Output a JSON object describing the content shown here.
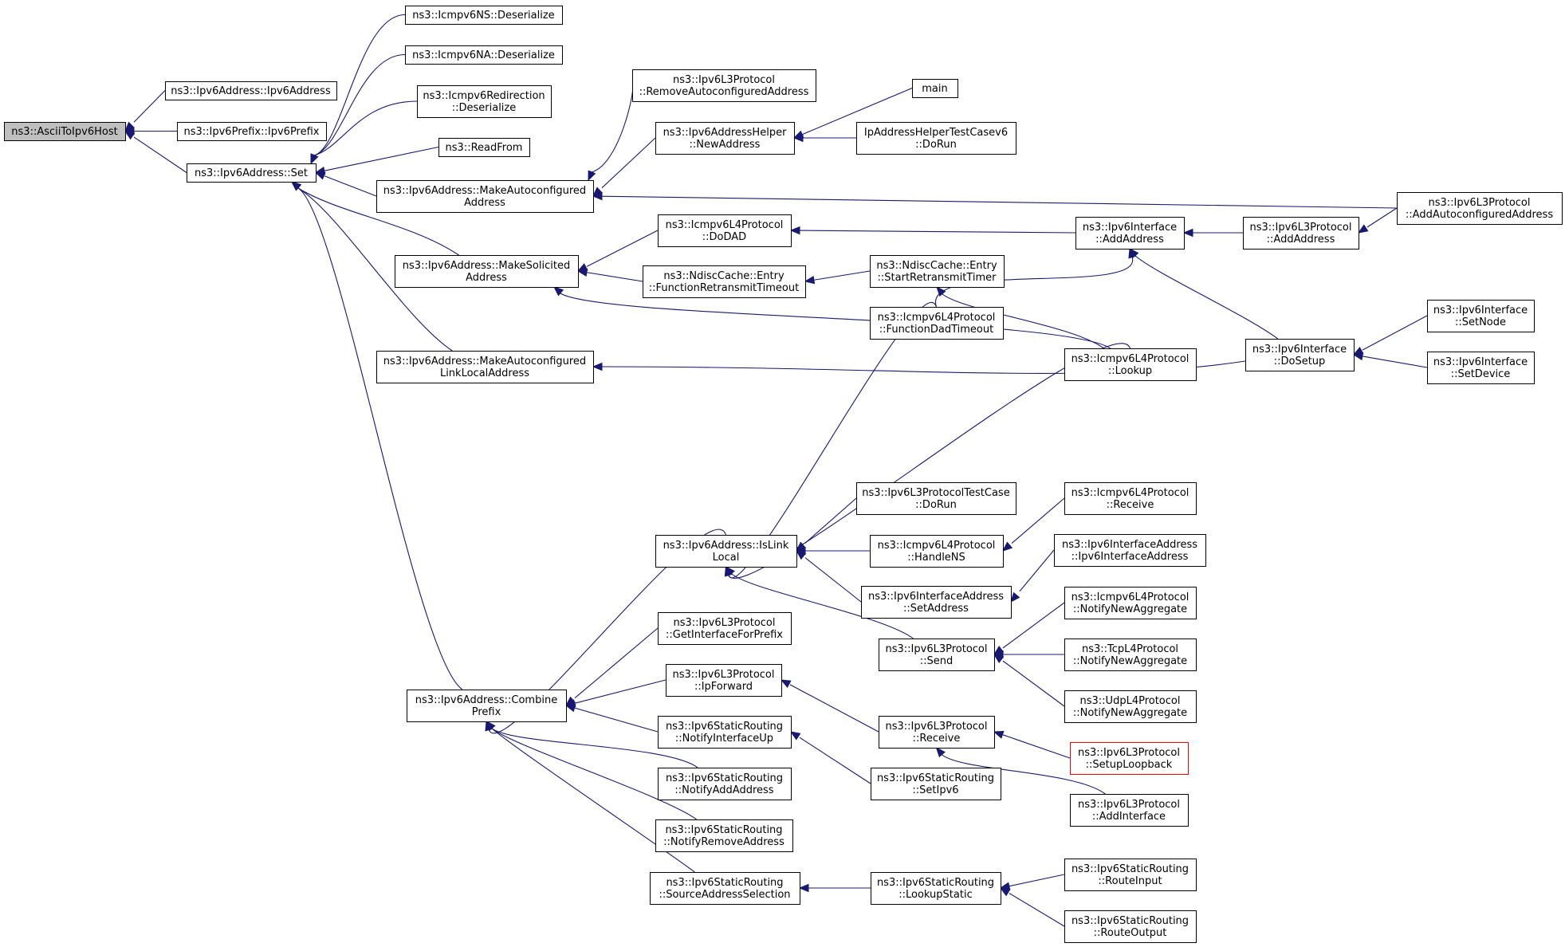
{
  "graph": {
    "edge_color": "#191970",
    "root_fill": "#bfbfbf",
    "truncated_border": "#ff0000",
    "nodes": [
      {
        "id": "n0",
        "lines": [
          "ns3::AsciiToIpv6Host"
        ],
        "root": true
      },
      {
        "id": "n1",
        "lines": [
          "ns3::Ipv6Address::Ipv6Address"
        ]
      },
      {
        "id": "n2",
        "lines": [
          "ns3::Ipv6Prefix::Ipv6Prefix"
        ]
      },
      {
        "id": "n3",
        "lines": [
          "ns3::Ipv6Address::Set"
        ]
      },
      {
        "id": "n4",
        "lines": [
          "ns3::Icmpv6NS::Deserialize"
        ]
      },
      {
        "id": "n5",
        "lines": [
          "ns3::Icmpv6NA::Deserialize"
        ]
      },
      {
        "id": "n6",
        "lines": [
          "ns3::Icmpv6Redirection",
          "::Deserialize"
        ]
      },
      {
        "id": "n7",
        "lines": [
          "ns3::ReadFrom"
        ]
      },
      {
        "id": "n8",
        "lines": [
          "ns3::Ipv6Address::MakeAutoconfigured",
          "Address"
        ]
      },
      {
        "id": "n9",
        "lines": [
          "ns3::Ipv6Address::MakeSolicited",
          "Address"
        ]
      },
      {
        "id": "n10",
        "lines": [
          "ns3::Ipv6Address::MakeAutoconfigured",
          "LinkLocalAddress"
        ]
      },
      {
        "id": "n11",
        "lines": [
          "ns3::Ipv6Address::Combine",
          "Prefix"
        ]
      },
      {
        "id": "n12",
        "lines": [
          "ns3::Ipv6L3Protocol",
          "::RemoveAutoconfiguredAddress"
        ]
      },
      {
        "id": "n13",
        "lines": [
          "ns3::Ipv6AddressHelper",
          "::NewAddress"
        ]
      },
      {
        "id": "n14",
        "lines": [
          "main"
        ]
      },
      {
        "id": "n15",
        "lines": [
          "IpAddressHelperTestCasev6",
          "::DoRun"
        ]
      },
      {
        "id": "n16",
        "lines": [
          "ns3::Ipv6L3Protocol",
          "::AddAutoconfiguredAddress"
        ]
      },
      {
        "id": "n17",
        "lines": [
          "ns3::Icmpv6L4Protocol",
          "::DoDAD"
        ]
      },
      {
        "id": "n18",
        "lines": [
          "ns3::NdiscCache::Entry",
          "::FunctionRetransmitTimeout"
        ]
      },
      {
        "id": "n19",
        "lines": [
          "ns3::NdiscCache::Entry",
          "::StartRetransmitTimer"
        ]
      },
      {
        "id": "n20",
        "lines": [
          "ns3::Icmpv6L4Protocol",
          "::FunctionDadTimeout"
        ]
      },
      {
        "id": "n21",
        "lines": [
          "ns3::Ipv6Interface",
          "::AddAddress"
        ]
      },
      {
        "id": "n22",
        "lines": [
          "ns3::Ipv6L3Protocol",
          "::AddAddress"
        ]
      },
      {
        "id": "n23",
        "lines": [
          "ns3::Icmpv6L4Protocol",
          "::Lookup"
        ]
      },
      {
        "id": "n24",
        "lines": [
          "ns3::Ipv6Interface",
          "::DoSetup"
        ]
      },
      {
        "id": "n25",
        "lines": [
          "ns3::Ipv6Interface",
          "::SetNode"
        ]
      },
      {
        "id": "n26",
        "lines": [
          "ns3::Ipv6Interface",
          "::SetDevice"
        ]
      },
      {
        "id": "n27",
        "lines": [
          "ns3::Ipv6Address::IsLink",
          "Local"
        ]
      },
      {
        "id": "n28",
        "lines": [
          "ns3::Ipv6L3ProtocolTestCase",
          "::DoRun"
        ]
      },
      {
        "id": "n29",
        "lines": [
          "ns3::Icmpv6L4Protocol",
          "::HandleNS"
        ]
      },
      {
        "id": "n30",
        "lines": [
          "ns3::Ipv6InterfaceAddress",
          "::SetAddress"
        ]
      },
      {
        "id": "n31",
        "lines": [
          "ns3::Ipv6L3Protocol",
          "::Send"
        ]
      },
      {
        "id": "n32",
        "lines": [
          "ns3::Icmpv6L4Protocol",
          "::Receive"
        ]
      },
      {
        "id": "n33",
        "lines": [
          "ns3::Ipv6InterfaceAddress",
          "::Ipv6InterfaceAddress"
        ]
      },
      {
        "id": "n34",
        "lines": [
          "ns3::Icmpv6L4Protocol",
          "::NotifyNewAggregate"
        ]
      },
      {
        "id": "n35",
        "lines": [
          "ns3::TcpL4Protocol",
          "::NotifyNewAggregate"
        ]
      },
      {
        "id": "n36",
        "lines": [
          "ns3::UdpL4Protocol",
          "::NotifyNewAggregate"
        ]
      },
      {
        "id": "n37",
        "lines": [
          "ns3::Ipv6L3Protocol",
          "::GetInterfaceForPrefix"
        ]
      },
      {
        "id": "n38",
        "lines": [
          "ns3::Ipv6L3Protocol",
          "::IpForward"
        ]
      },
      {
        "id": "n39",
        "lines": [
          "ns3::Ipv6StaticRouting",
          "::NotifyInterfaceUp"
        ]
      },
      {
        "id": "n40",
        "lines": [
          "ns3::Ipv6StaticRouting",
          "::NotifyAddAddress"
        ]
      },
      {
        "id": "n41",
        "lines": [
          "ns3::Ipv6StaticRouting",
          "::NotifyRemoveAddress"
        ]
      },
      {
        "id": "n42",
        "lines": [
          "ns3::Ipv6StaticRouting",
          "::SourceAddressSelection"
        ]
      },
      {
        "id": "n43",
        "lines": [
          "ns3::Ipv6L3Protocol",
          "::Receive"
        ]
      },
      {
        "id": "n44",
        "lines": [
          "ns3::Ipv6StaticRouting",
          "::SetIpv6"
        ]
      },
      {
        "id": "n45",
        "lines": [
          "ns3::Ipv6L3Protocol",
          "::SetupLoopback"
        ],
        "truncated": true
      },
      {
        "id": "n46",
        "lines": [
          "ns3::Ipv6L3Protocol",
          "::AddInterface"
        ]
      },
      {
        "id": "n47",
        "lines": [
          "ns3::Ipv6StaticRouting",
          "::LookupStatic"
        ]
      },
      {
        "id": "n48",
        "lines": [
          "ns3::Ipv6StaticRouting",
          "::RouteInput"
        ]
      },
      {
        "id": "n49",
        "lines": [
          "ns3::Ipv6StaticRouting",
          "::RouteOutput"
        ]
      }
    ],
    "edges": [
      [
        "n0",
        "n1"
      ],
      [
        "n0",
        "n2"
      ],
      [
        "n0",
        "n3"
      ],
      [
        "n3",
        "n4"
      ],
      [
        "n3",
        "n5"
      ],
      [
        "n3",
        "n6"
      ],
      [
        "n3",
        "n7"
      ],
      [
        "n3",
        "n8"
      ],
      [
        "n3",
        "n9"
      ],
      [
        "n3",
        "n10"
      ],
      [
        "n3",
        "n11"
      ],
      [
        "n8",
        "n12"
      ],
      [
        "n8",
        "n13"
      ],
      [
        "n8",
        "n16"
      ],
      [
        "n13",
        "n14"
      ],
      [
        "n13",
        "n15"
      ],
      [
        "n9",
        "n17"
      ],
      [
        "n9",
        "n18"
      ],
      [
        "n9",
        "n23"
      ],
      [
        "n17",
        "n21"
      ],
      [
        "n18",
        "n19"
      ],
      [
        "n19",
        "n23"
      ],
      [
        "n21",
        "n20"
      ],
      [
        "n21",
        "n22"
      ],
      [
        "n21",
        "n24"
      ],
      [
        "n22",
        "n16"
      ],
      [
        "n24",
        "n25"
      ],
      [
        "n24",
        "n26"
      ],
      [
        "n10",
        "n24"
      ],
      [
        "n11",
        "n27"
      ],
      [
        "n11",
        "n37"
      ],
      [
        "n11",
        "n38"
      ],
      [
        "n11",
        "n39"
      ],
      [
        "n11",
        "n40"
      ],
      [
        "n11",
        "n41"
      ],
      [
        "n11",
        "n42"
      ],
      [
        "n27",
        "n20"
      ],
      [
        "n27",
        "n23"
      ],
      [
        "n27",
        "n28"
      ],
      [
        "n27",
        "n29"
      ],
      [
        "n27",
        "n30"
      ],
      [
        "n27",
        "n31"
      ],
      [
        "n29",
        "n32"
      ],
      [
        "n30",
        "n33"
      ],
      [
        "n31",
        "n34"
      ],
      [
        "n31",
        "n35"
      ],
      [
        "n31",
        "n36"
      ],
      [
        "n38",
        "n43"
      ],
      [
        "n39",
        "n44"
      ],
      [
        "n43",
        "n45"
      ],
      [
        "n43",
        "n46"
      ],
      [
        "n42",
        "n47"
      ],
      [
        "n47",
        "n48"
      ],
      [
        "n47",
        "n49"
      ]
    ]
  }
}
